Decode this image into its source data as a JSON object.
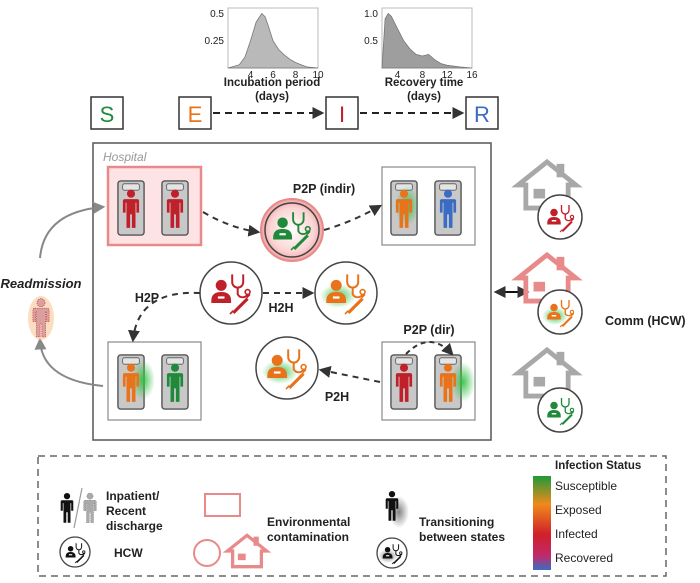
{
  "mini_charts": [
    {
      "chart_data": {
        "type": "area",
        "title": "",
        "xlabel": "Incubation period (days)",
        "xlabel_lines": [
          "Incubation period",
          "(days)"
        ],
        "ylabel": "",
        "x_ticks": [
          "4",
          "6",
          "8",
          "10"
        ],
        "y_ticks": [
          "0.5",
          "0.25"
        ],
        "xlim": [
          2,
          10
        ],
        "ylim": [
          0,
          0.55
        ],
        "x": [
          2.0,
          3.0,
          3.5,
          4.0,
          4.5,
          5.0,
          5.3,
          5.6,
          6.0,
          6.5,
          7.0,
          7.5,
          8.0,
          8.5,
          9.0,
          10.0
        ],
        "y": [
          0.0,
          0.03,
          0.1,
          0.25,
          0.42,
          0.5,
          0.47,
          0.38,
          0.25,
          0.17,
          0.12,
          0.08,
          0.05,
          0.03,
          0.01,
          0.0
        ],
        "fill_color": "#b9b9b9"
      }
    },
    {
      "chart_data": {
        "type": "area",
        "title": "",
        "xlabel": "Recovery time (days)",
        "xlabel_lines": [
          "Recovery time",
          "(days)"
        ],
        "ylabel": "",
        "x_ticks": [
          "4",
          "8",
          "12",
          "16"
        ],
        "y_ticks": [
          "1.0",
          "0.5"
        ],
        "xlim": [
          1.5,
          16
        ],
        "ylim": [
          0,
          1.1
        ],
        "x": [
          1.5,
          2.0,
          2.5,
          3.0,
          4.0,
          5.0,
          6.0,
          7.0,
          8.0,
          9.0,
          10.0,
          11.0,
          12.0,
          14.0,
          16.0
        ],
        "y": [
          0.0,
          0.9,
          1.0,
          0.95,
          0.72,
          0.5,
          0.35,
          0.25,
          0.22,
          0.25,
          0.15,
          0.08,
          0.05,
          0.02,
          0.0
        ],
        "fill_color": "#9e9e9e"
      }
    }
  ],
  "states": [
    {
      "label": "S",
      "color": "#1f8a3a"
    },
    {
      "label": "E",
      "color": "#e8731a"
    },
    {
      "label": "I",
      "color": "#c0202a"
    },
    {
      "label": "R",
      "color": "#3b6cc5"
    }
  ],
  "hospital": {
    "label": "Hospital"
  },
  "transmission_labels": {
    "p2p_indir": "P2P (indir)",
    "h2p": "H2P",
    "h2h": "H2H",
    "p2p_dir": "P2P (dir)",
    "p2h": "P2H"
  },
  "readmission_label": "Readmission",
  "community_label": "Comm (HCW)",
  "legend": {
    "inpatient": [
      "Inpatient/",
      "Recent",
      "discharge"
    ],
    "hcw": "HCW",
    "environment": [
      "Environmental",
      "contamination"
    ],
    "transitioning": [
      "Transitioning",
      "between states"
    ],
    "infection_status_title": "Infection Status",
    "statuses": [
      {
        "label": "Susceptible",
        "color": "#1f8a3a"
      },
      {
        "label": "Exposed",
        "color": "#e8731a"
      },
      {
        "label": "Infected",
        "color": "#c0202a"
      },
      {
        "label": "Recovered",
        "color": "#3b6cc5"
      }
    ]
  },
  "colors": {
    "susceptible": "#1f8a3a",
    "exposed": "#e8731a",
    "infected": "#c0202a",
    "recovered": "#3b6cc5",
    "contamination": "#e88a8a",
    "house_grey": "#a8a8a8",
    "arrow": "#333333"
  }
}
